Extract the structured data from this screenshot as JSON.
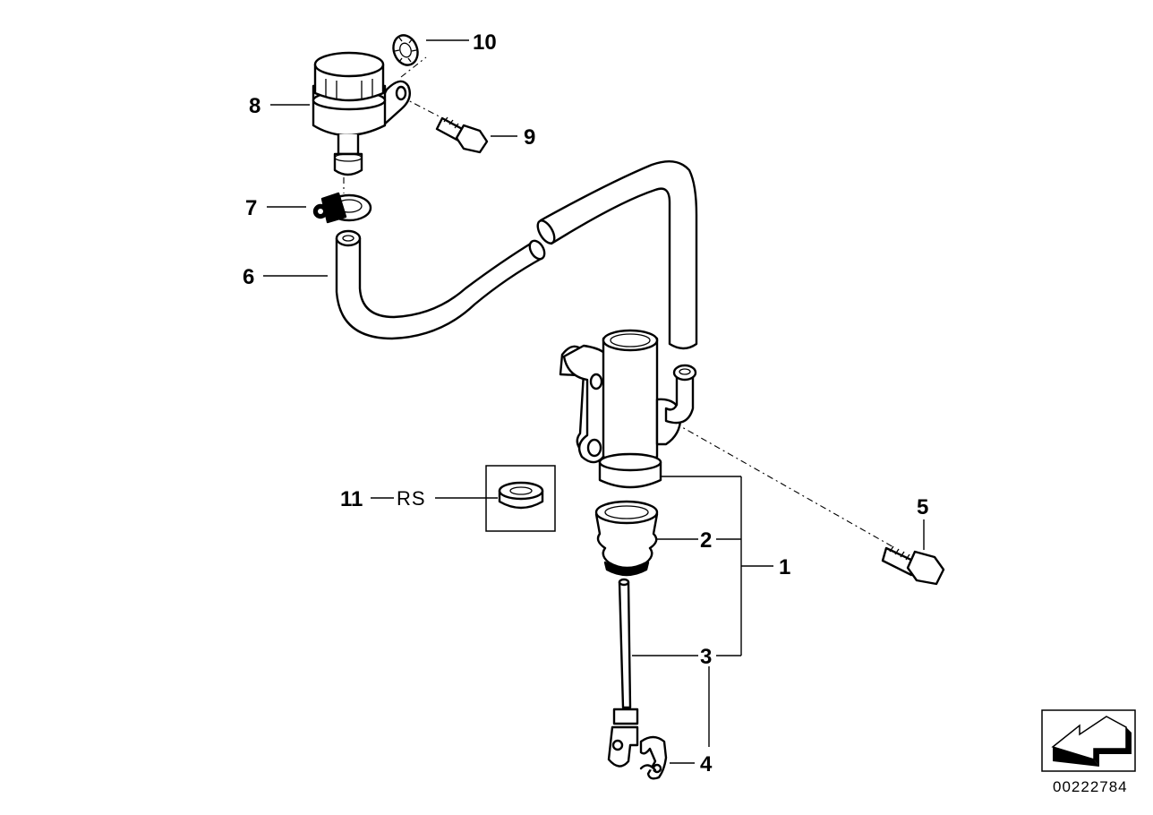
{
  "callouts": {
    "p1": "1",
    "p2": "2",
    "p3": "3",
    "p4": "4",
    "p5": "5",
    "p6": "6",
    "p7": "7",
    "p8": "8",
    "p9": "9",
    "p10": "10",
    "p11": "11"
  },
  "repair_set_label": "RS",
  "document_number": "00222784",
  "icons": {
    "orientation": "direction-arrow-icon"
  }
}
